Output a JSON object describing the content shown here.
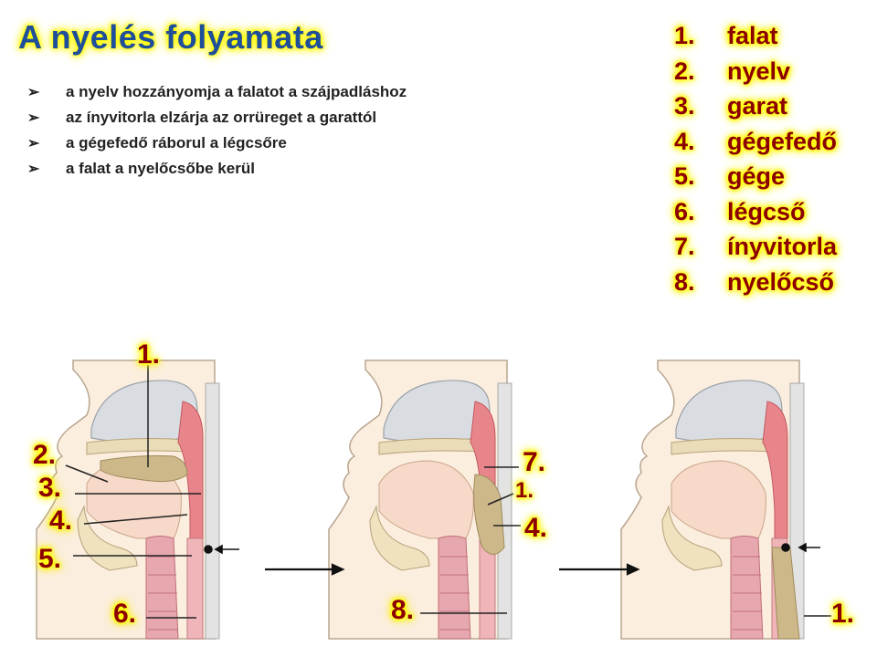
{
  "title": "A nyelés folyamata",
  "steps": [
    "a nyelv hozzányomja a falatot a szájpadláshoz",
    "az ínyvitorla elzárja az orrüreget a garattól",
    "a gégefedő ráborul a légcsőre",
    "a falat a nyelőcsőbe kerül"
  ],
  "legend": [
    {
      "num": "1.",
      "term": "falat"
    },
    {
      "num": "2.",
      "term": "nyelv"
    },
    {
      "num": "3.",
      "term": "garat"
    },
    {
      "num": "4.",
      "term": "gégefedő"
    },
    {
      "num": "5.",
      "term": "gége"
    },
    {
      "num": "6.",
      "term": "légcső"
    },
    {
      "num": "7.",
      "term": "ínyvitorla"
    },
    {
      "num": "8.",
      "term": "nyelőcső"
    }
  ],
  "panel1_labels": {
    "l1": "1.",
    "l2": "2.",
    "l3": "3.",
    "l4": "4.",
    "l5": "5.",
    "l6": "6."
  },
  "panel2_labels": {
    "l7": "7.",
    "l1": "1.",
    "l4": "4.",
    "l8": "8."
  },
  "panel3_labels": {
    "l1": "1."
  },
  "icons": [
    "bullet-arrow-icon",
    "flow-arrow-icon"
  ]
}
